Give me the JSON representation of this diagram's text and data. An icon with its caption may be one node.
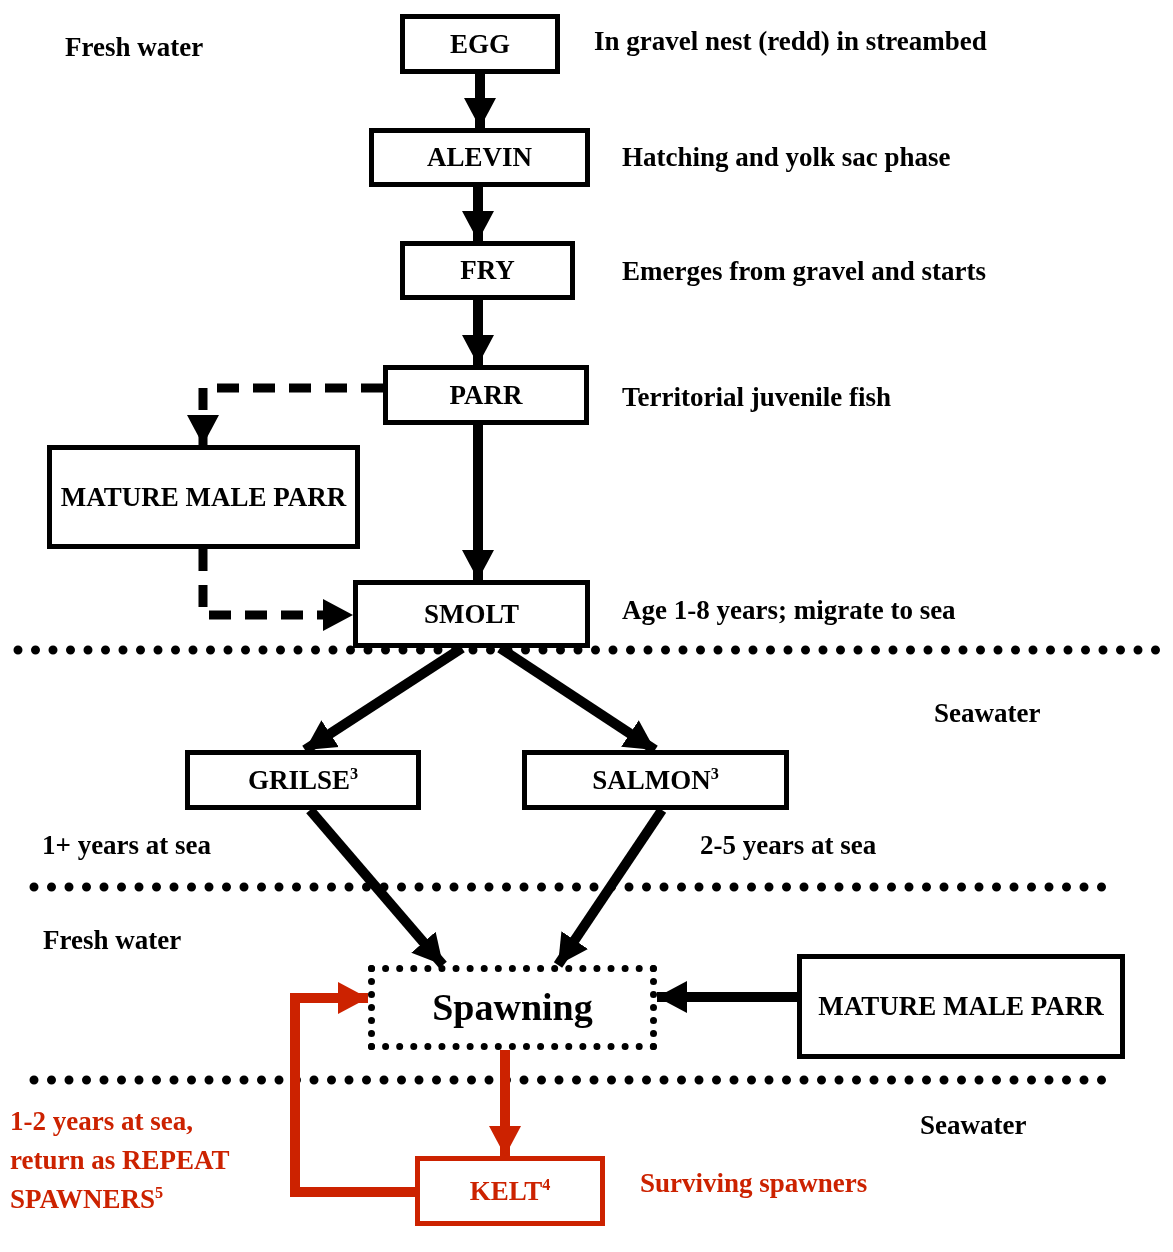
{
  "diagram": {
    "nodes": [
      {
        "text": [
          "EGG"
        ],
        "beside": [
          "In gravel nest (redd) in streambed"
        ]
      },
      {
        "text": [
          "ALEVIN"
        ],
        "beside": [
          "Hatching and yolk sac phase"
        ]
      },
      {
        "text": [
          "FRY"
        ],
        "beside": [
          "Emerges from gravel and starts"
        ]
      },
      {
        "text": [
          "PARR"
        ],
        "beside": [
          "Territorial juvenile fish"
        ]
      },
      {
        "text": [
          "MATURE MALE PARR"
        ]
      },
      {
        "text": [
          "SMOLT"
        ],
        "beside": [
          "Age 1-8 years; migrate to sea"
        ]
      },
      {
        "text": [
          "GRILSE$^{3}$"
        ],
        "beside": [
          "1+ years at sea"
        ]
      },
      {
        "text": [
          "SALMON$^{3}$"
        ],
        "beside": [
          "2-5 years at sea"
        ]
      },
      {
        "text": [
          "Spawning"
        ]
      },
      {
        "text": [
          "MATURE MALE PARR"
        ]
      },
      {
        "text": [
          "KELT$^{4}$"
        ],
        "beside": [
          "Surviving spawners"
        ]
      }
    ],
    "edges": [
      {
        "from": 0,
        "to": 1,
        "arrow": "to"
      },
      {
        "from": 1,
        "to": 2,
        "arrow": "to"
      },
      {
        "from": 2,
        "to": 3,
        "arrow": "to"
      },
      {
        "from": 3,
        "to": 4,
        "arrow": "to",
        "style": "dashed"
      },
      {
        "from": 4,
        "to": 5,
        "arrow": "to",
        "style": "dashed"
      },
      {
        "from": 3,
        "to": 5,
        "arrow": "to"
      },
      {
        "from": 5,
        "to": 6,
        "arrow": "to"
      },
      {
        "from": 5,
        "to": 7,
        "arrow": "to"
      },
      {
        "from": 6,
        "to": 8,
        "arrow": "to"
      },
      {
        "from": 7,
        "to": 8,
        "arrow": "to"
      },
      {
        "from": 9,
        "to": 8,
        "arrow": "to"
      },
      {
        "from": 8,
        "to": 10,
        "arrow": "to",
        "color": "#cc2200"
      },
      {
        "from": 10,
        "to": 8,
        "arrow": "to",
        "color": "#cc2200"
      }
    ],
    "labels": [
      "Fresh water",
      "Seawater",
      "Fresh water",
      "Seawater",
      "1-2 years at sea, return as REPEAT SPAWNERS$^{5}$"
    ]
  }
}
